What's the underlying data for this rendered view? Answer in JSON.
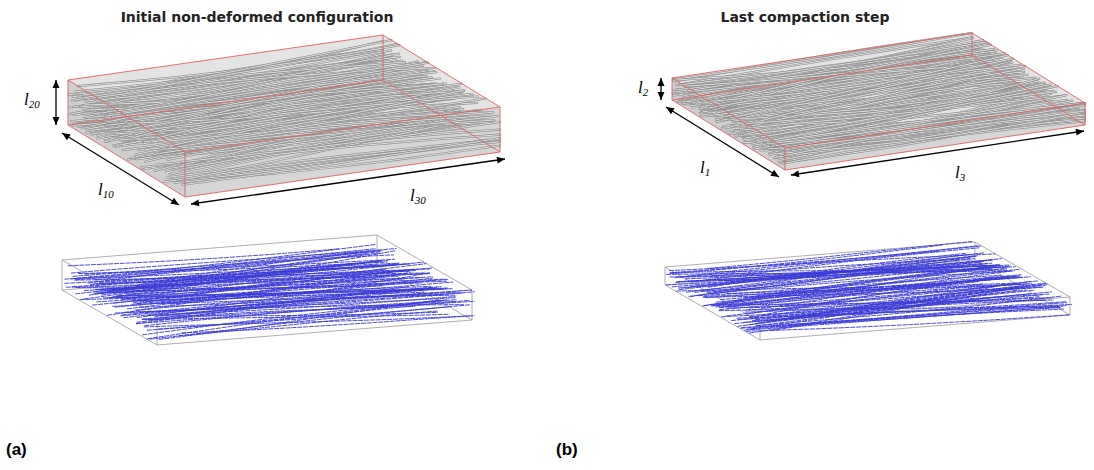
{
  "diagram": {
    "labels": [
      "Initial non-deformed configuration",
      "Last compaction step",
      "l20",
      "l10",
      "l30",
      "l2",
      "l1",
      "l3",
      "(a)",
      "(b)"
    ]
  }
}
